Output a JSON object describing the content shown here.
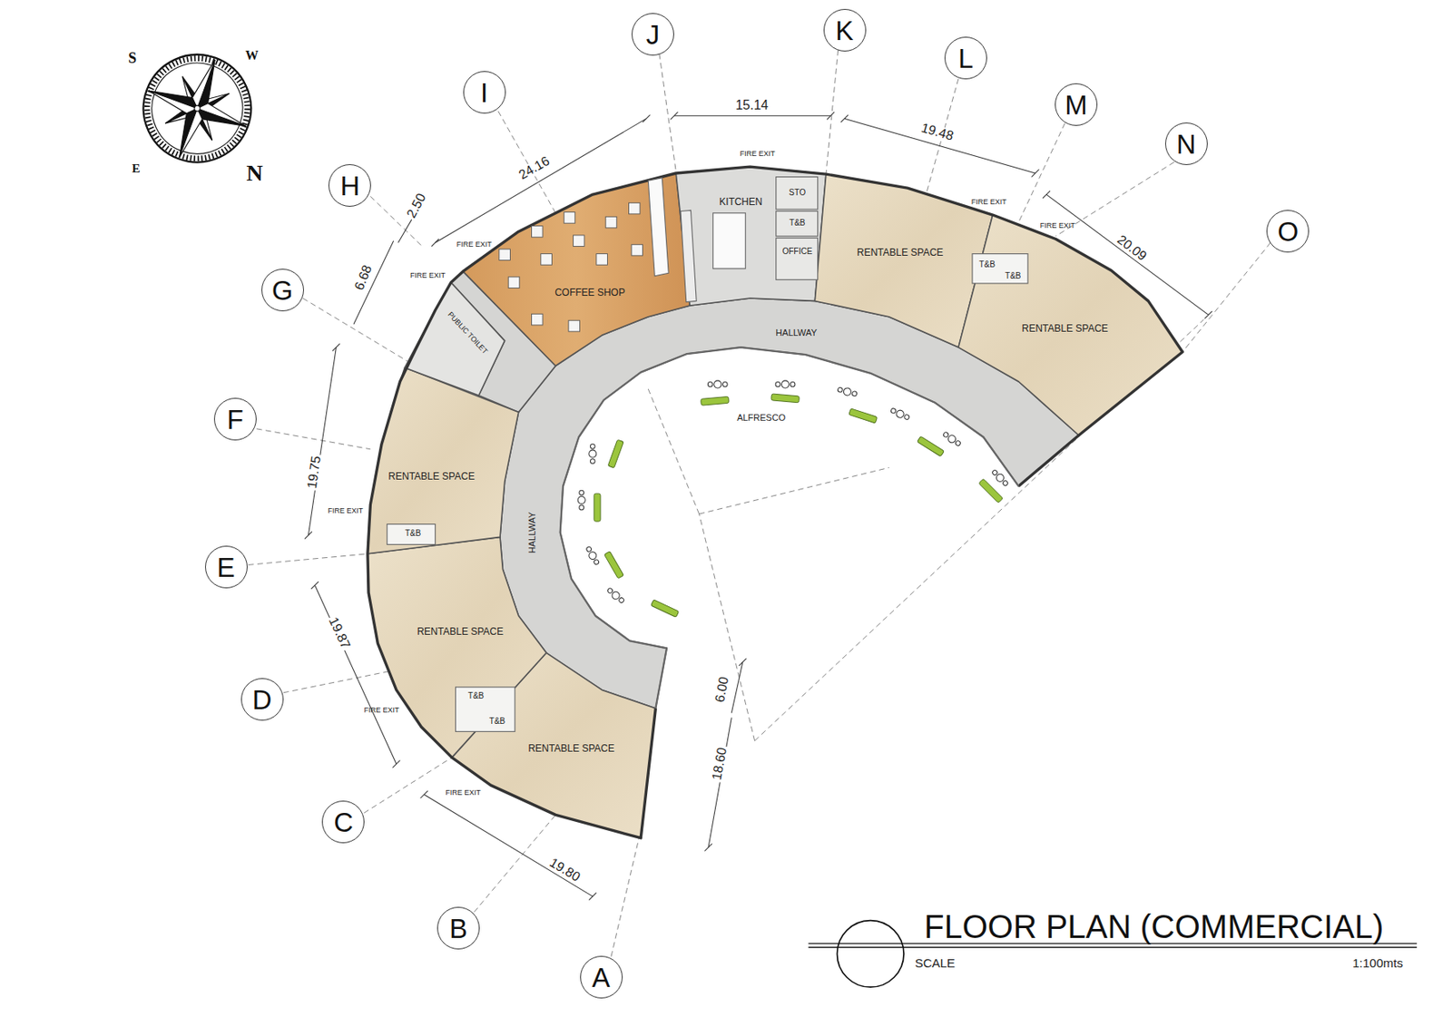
{
  "diagram": {
    "title": "FLOOR PLAN (COMMERCIAL)",
    "nodes": [
      {
        "text": [
          "A"
        ]
      },
      {
        "text": [
          "B"
        ]
      },
      {
        "text": [
          "C"
        ]
      },
      {
        "text": [
          "D"
        ]
      },
      {
        "text": [
          "E"
        ]
      },
      {
        "text": [
          "F"
        ]
      },
      {
        "text": [
          "G"
        ]
      },
      {
        "text": [
          "H"
        ]
      },
      {
        "text": [
          "I"
        ]
      },
      {
        "text": [
          "J"
        ]
      },
      {
        "text": [
          "K"
        ]
      },
      {
        "text": [
          "L"
        ]
      },
      {
        "text": [
          "M"
        ]
      },
      {
        "text": [
          "N"
        ]
      },
      {
        "text": [
          "O"
        ]
      }
    ],
    "labels": [
      "S",
      "W",
      "E",
      "N",
      "15.14",
      "24.16",
      "2.50",
      "6.68",
      "19.75",
      "19.87",
      "19.80",
      "6.00",
      "18.60",
      "19.48",
      "20.09",
      "FIRE EXIT",
      "FIRE EXIT",
      "PUBLIC TOILET",
      "COFFEE SHOP",
      "KITCHEN",
      "STO",
      "T&B",
      "OFFICE",
      "FIRE EXIT",
      "RENTABLE SPACE",
      "FIRE EXIT",
      "T&B",
      "T&B",
      "FIRE EXIT",
      "RENTABLE SPACE",
      "HALLWAY",
      "ALFRESCO",
      "RENTABLE SPACE",
      "FIRE EXIT",
      "T&B",
      "HALLWAY",
      "RENTABLE SPACE",
      "FIRE EXIT",
      "T&B",
      "T&B",
      "FIRE EXIT",
      "RENTABLE SPACE",
      "SCALE",
      "1:100mts"
    ]
  }
}
